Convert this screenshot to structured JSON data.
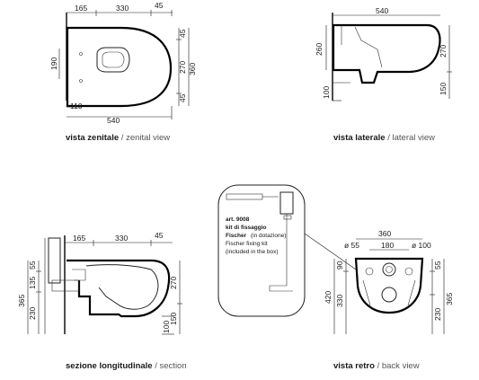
{
  "views": {
    "zenital": {
      "title": "vista zenitale",
      "subtitle": "zenital view",
      "dims": {
        "top_left": "165",
        "top_mid": "330",
        "top_right": "45",
        "left": "190",
        "right_a": "45",
        "right_b": "270",
        "right_total": "360",
        "right_c": "45",
        "bottom_small": "110",
        "bottom_total": "540"
      }
    },
    "lateral": {
      "title": "vista laterale",
      "subtitle": "lateral view",
      "dims": {
        "top": "540",
        "left": "260",
        "right_a": "270",
        "right_b": "150",
        "bottom": "100"
      }
    },
    "section": {
      "title": "sezione longitudinale",
      "subtitle": "section",
      "dims": {
        "top_left": "165",
        "top_mid": "330",
        "top_right": "45",
        "left_a": "55",
        "left_b": "135",
        "left_c": "230",
        "left_total": "365",
        "right_a": "270",
        "right_b": "150",
        "right_c": "100"
      }
    },
    "back": {
      "title": "vista retro",
      "subtitle": "back view",
      "dims": {
        "top": "360",
        "inner": "180",
        "hole_left": "ø 55",
        "hole_right": "ø 100",
        "left_a": "90",
        "left_b": "330",
        "left_total": "420",
        "right_a": "55",
        "right_b": "230",
        "right_total": "365"
      }
    }
  },
  "kit": {
    "code": "art. 9008",
    "name_it_1": "kit di fissaggio",
    "name_it_2": "Fischer",
    "name_it_note": "(in dotazione)",
    "name_en_1": "Fischer fixing kit",
    "name_en_2": "(included in the box)"
  }
}
